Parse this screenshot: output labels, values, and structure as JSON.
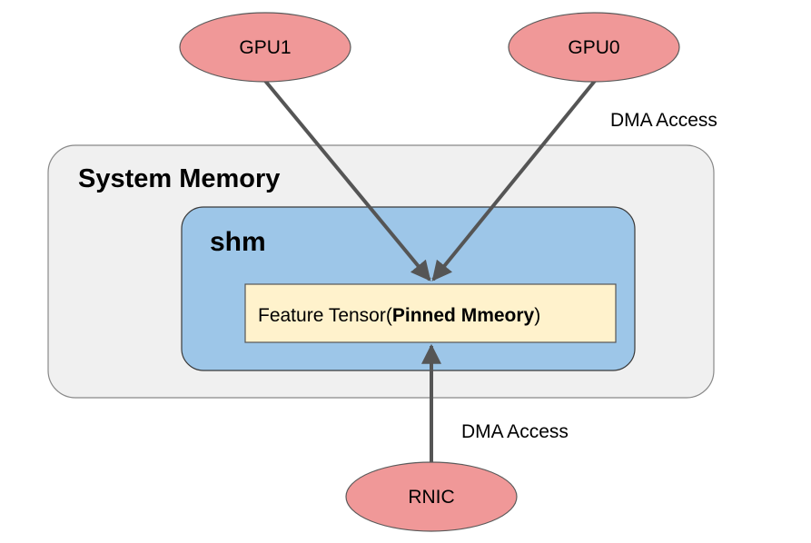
{
  "nodes": {
    "gpu1": "GPU1",
    "gpu0": "GPU0",
    "rnic": "RNIC"
  },
  "system_memory": {
    "title": "System Memory"
  },
  "shm": {
    "title": "shm"
  },
  "tensor": {
    "prefix": "Feature Tensor(",
    "bold": "Pinned Mmeory",
    "suffix": ")"
  },
  "labels": {
    "dma_access_top": "DMA Access",
    "dma_access_bottom": "DMA Access"
  },
  "colors": {
    "node_fill": "#f09898",
    "node_stroke": "#5a5a5a",
    "system_memory_fill": "#f0f0f0",
    "system_memory_stroke": "#888888",
    "shm_fill": "#9dc6e8",
    "shm_stroke": "#3a3a3a",
    "tensor_fill": "#fff2cc",
    "tensor_stroke": "#555555",
    "arrow": "#555555"
  }
}
